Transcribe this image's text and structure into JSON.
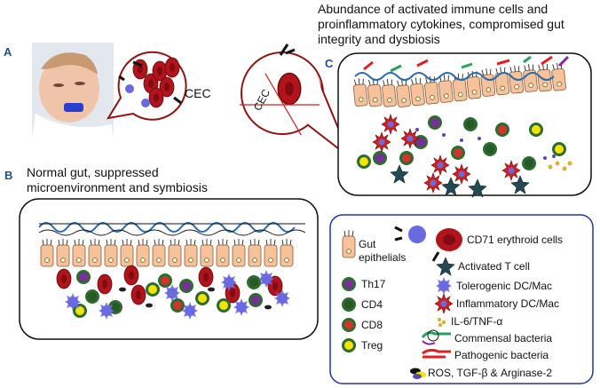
{
  "panels": {
    "a": {
      "letter": "A",
      "bubble_label": "CEC"
    },
    "b": {
      "letter": "B",
      "caption_line1": "Normal gut, suppressed",
      "caption_line2": "microenvironment and symbiosis"
    },
    "c": {
      "letter": "C",
      "caption_line1": "Abundance  of activated immune cells and",
      "caption_line2": "proinflammatory cytokines, compromised gut",
      "caption_line3": "integrity and dysbiosis",
      "zoom_label": "CEC"
    }
  },
  "legend": {
    "gut_epithelials_1": "Gut",
    "gut_epithelials_2": "epithelials",
    "th17": "Th17",
    "cd4": "CD4",
    "cd8": "CD8",
    "treg": "Treg",
    "cd71": "CD71 erythroid cells",
    "activated_t": "Activated T cell",
    "tolerogenic": "Tolerogenic DC/Mac",
    "inflammatory": "Inflammatory DC/Mac",
    "cytokines": "IL-6/TNF-α",
    "commensal": "Commensal bacteria",
    "pathogenic": "Pathogenic bacteria",
    "ros": "ROS, TGF-β & Arginase-2"
  },
  "colors": {
    "rbc": "#b3141b",
    "epithelial": "#f5c29a",
    "th17": "#7a2d9c",
    "cd4": "#2e6b2e",
    "treg": "#f2e600",
    "activated_t": "#234a52",
    "tolerogenic": "#6a6ae0",
    "inflammatory": "#d22020",
    "legend_border": "#2233aa"
  }
}
